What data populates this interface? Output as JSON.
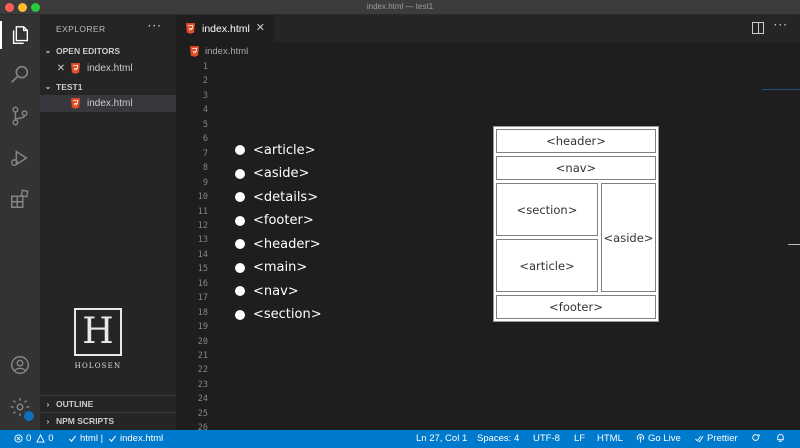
{
  "window": {
    "title": "index.html — test1"
  },
  "sidebar": {
    "title": "EXPLORER",
    "more": "···",
    "open_editors": {
      "label": "OPEN EDITORS",
      "files": [
        {
          "name": "index.html"
        }
      ]
    },
    "workspace": {
      "label": "TEST1",
      "files": [
        {
          "name": "index.html"
        }
      ]
    },
    "outline_label": "OUTLINE",
    "npm_label": "NPM SCRIPTS"
  },
  "logo": {
    "letter": "H",
    "text": "HOLOSEN"
  },
  "tabs": [
    {
      "label": "index.html",
      "close": "✕"
    }
  ],
  "tab_more": "···",
  "breadcrumb": {
    "file": "index.html"
  },
  "editor": {
    "line_numbers": [
      "1",
      "2",
      "3",
      "4",
      "5",
      "6",
      "7",
      "8",
      "9",
      "10",
      "11",
      "12",
      "13",
      "14",
      "15",
      "16",
      "17",
      "18",
      "19",
      "20",
      "21",
      "22",
      "23",
      "24",
      "25",
      "26"
    ]
  },
  "tag_list": [
    "<article>",
    "<aside>",
    "<details>",
    "<footer>",
    "<header>",
    "<main>",
    "<nav>",
    "<section>"
  ],
  "diagram": {
    "header": "<header>",
    "nav": "<nav>",
    "section": "<section>",
    "article": "<article>",
    "aside": "<aside>",
    "footer": "<footer>"
  },
  "statusbar": {
    "errors": "0",
    "warnings": "0",
    "html_check": "html |",
    "file_check": "index.html",
    "position": "Ln 27, Col 1",
    "spaces": "Spaces: 4",
    "encoding": "UTF-8",
    "eol": "LF",
    "language": "HTML",
    "golive": "Go Live",
    "prettier": "Prettier"
  },
  "colors": {
    "accent": "#007acc",
    "html_icon": "#e44d26"
  }
}
